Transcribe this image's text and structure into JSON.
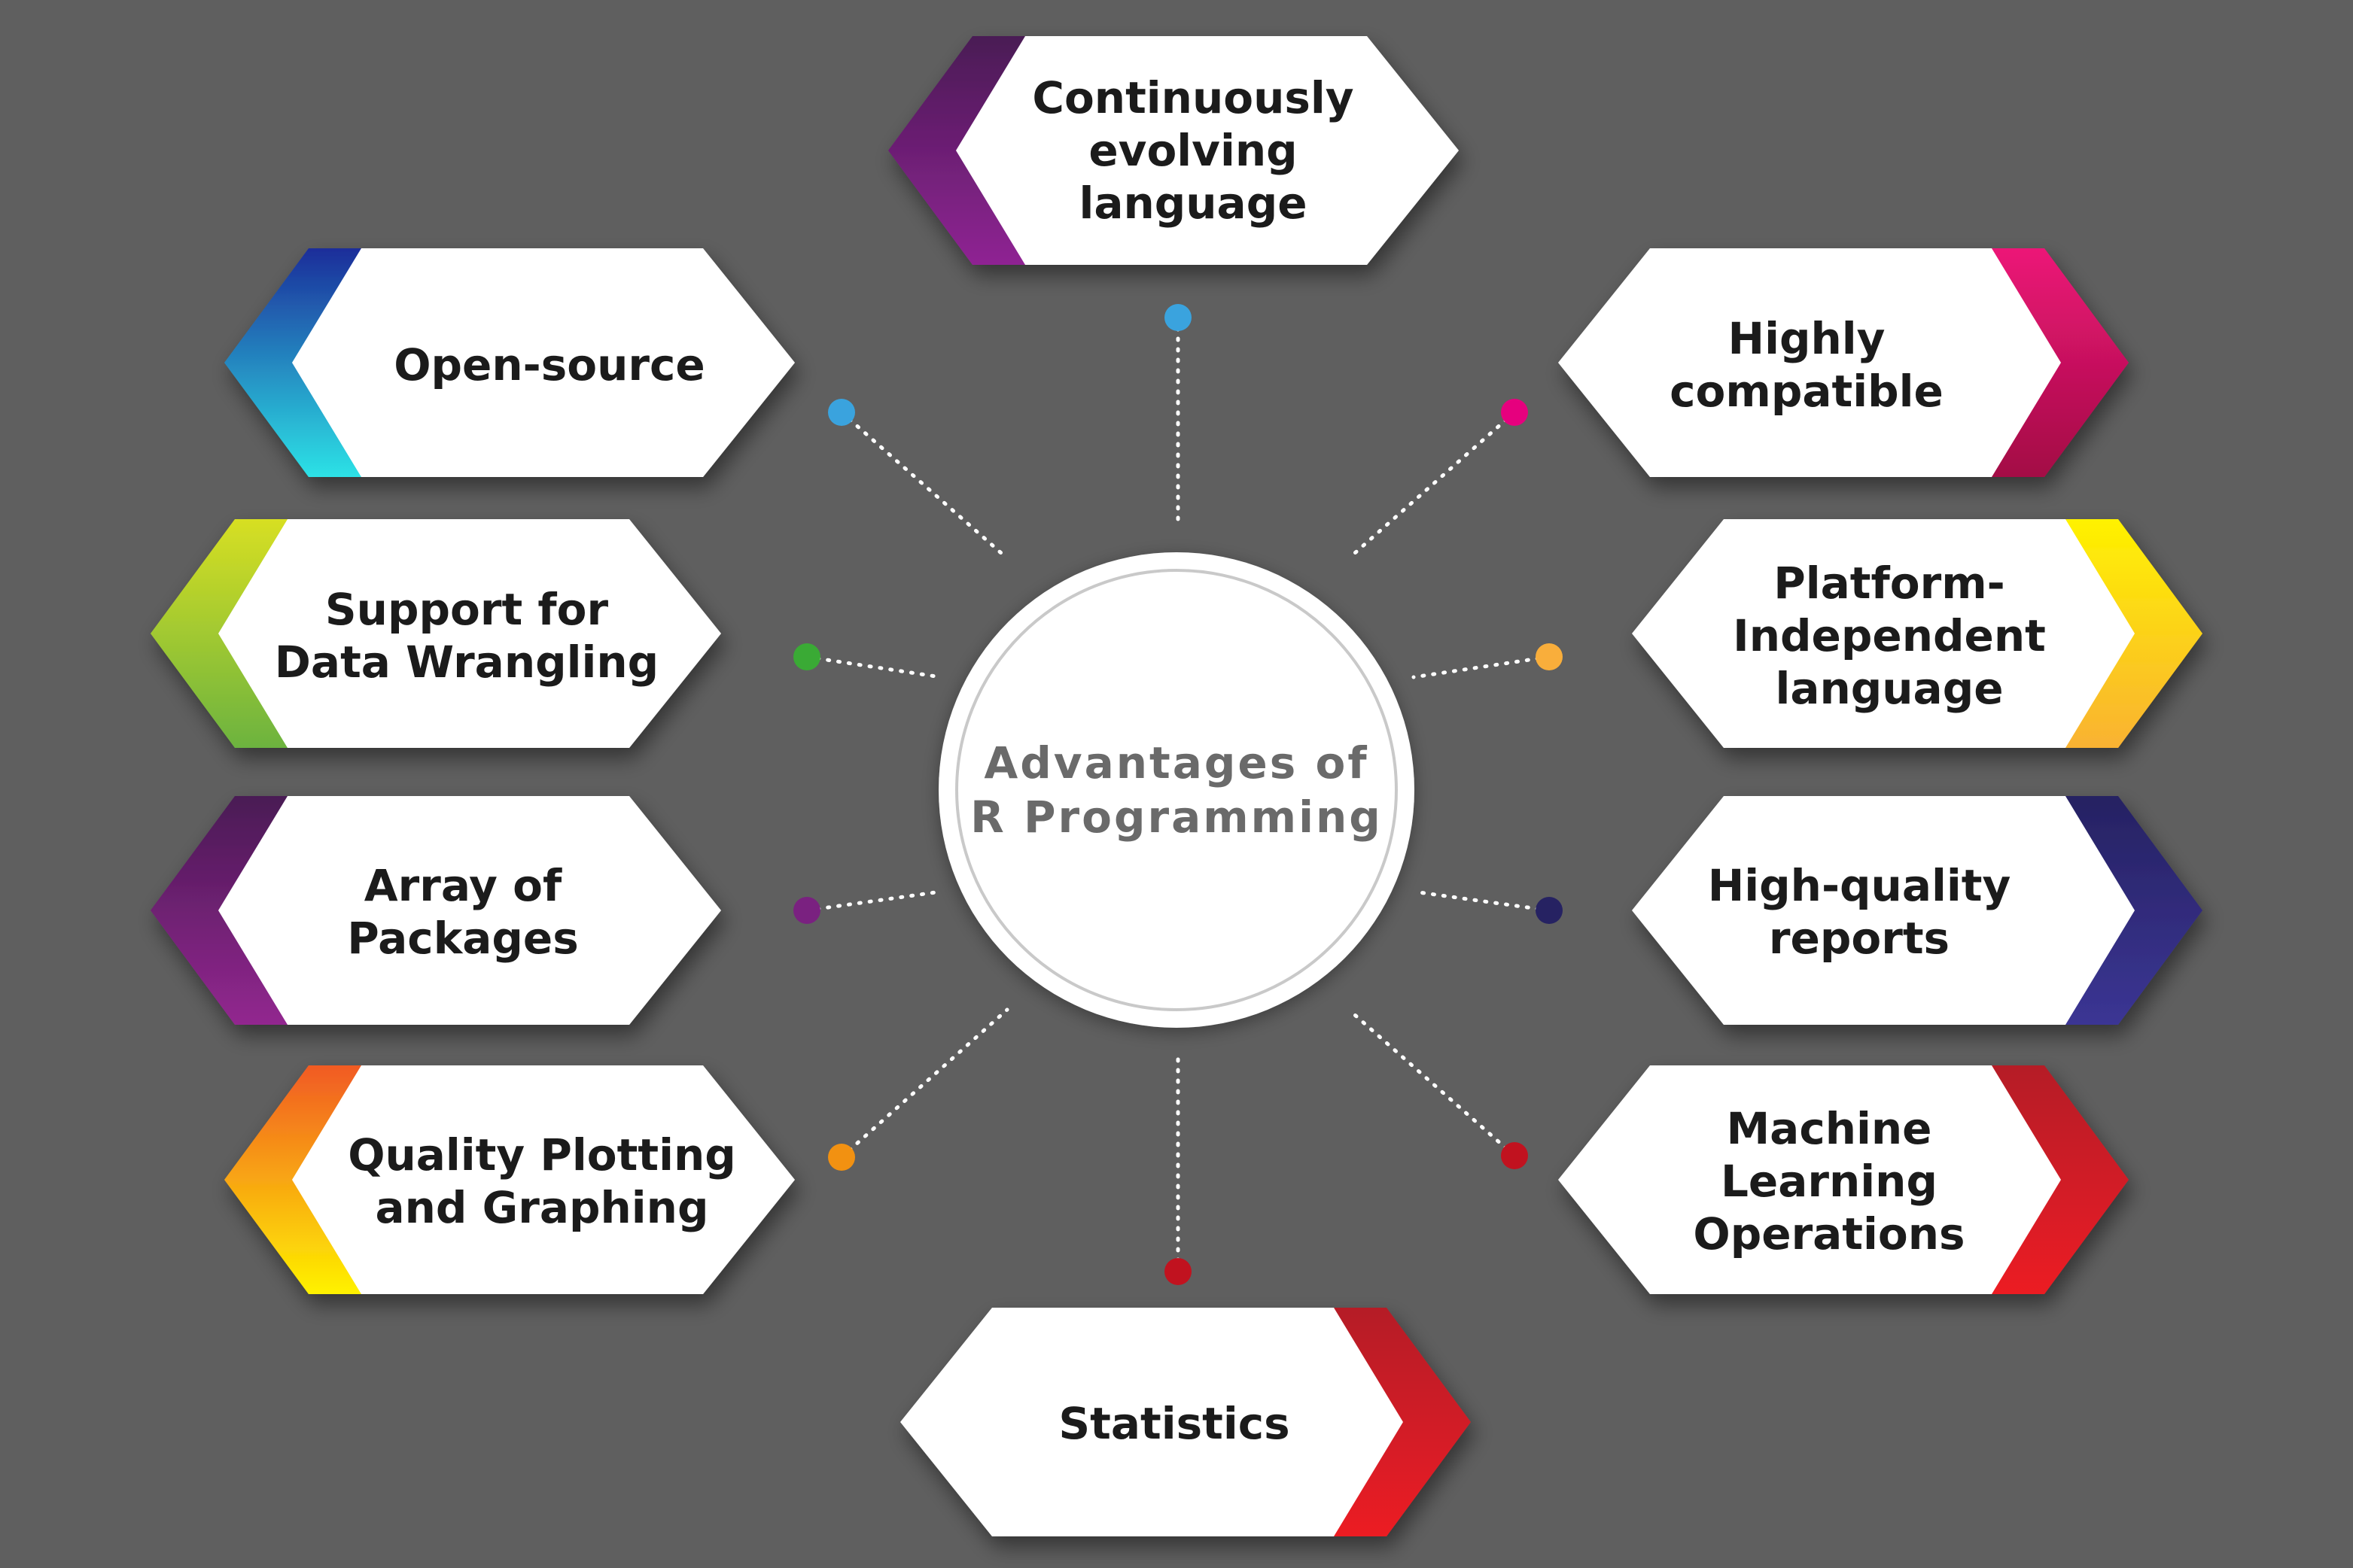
{
  "diagram": {
    "center_label": "Advantages of\nR Programming",
    "cards": [
      {
        "id": "continuously-evolving",
        "label": "Continuously\nevolving\nlanguage",
        "colors": [
          "#4a1a55",
          "#8f2493"
        ]
      },
      {
        "id": "highly-compatible",
        "label": "Highly\ncompatible",
        "colors": [
          "#ec1577",
          "#a30d45"
        ]
      },
      {
        "id": "platform-independent",
        "label": "Platform-\nIndependent\nlanguage",
        "colors": [
          "#fff200",
          "#f9b232"
        ]
      },
      {
        "id": "high-quality-reports",
        "label": "High-quality\nreports",
        "colors": [
          "#262262",
          "#3b3594"
        ]
      },
      {
        "id": "machine-learning",
        "label": "Machine\nLearning\nOperations",
        "colors": [
          "#b51b27",
          "#ec1c24"
        ]
      },
      {
        "id": "statistics",
        "label": "Statistics",
        "colors": [
          "#b51b27",
          "#ec1c24"
        ]
      },
      {
        "id": "quality-plotting",
        "label": "Quality Plotting\nand Graphing",
        "colors": [
          "#f15a24",
          "#fff200"
        ]
      },
      {
        "id": "array-of-packages",
        "label": "Array of\nPackages",
        "colors": [
          "#4a1a55",
          "#92278f"
        ]
      },
      {
        "id": "data-wrangling",
        "label": "Support for\nData Wrangling",
        "colors": [
          "#d7df23",
          "#6cb33f"
        ]
      },
      {
        "id": "open-source",
        "label": "Open-source",
        "colors": [
          "#1c2d9a",
          "#2de2e6"
        ]
      }
    ],
    "dot_colors": [
      "#3aa3de",
      "#e6007e",
      "#f9ae3b",
      "#262262",
      "#c1121f",
      "#c1121f",
      "#f29111",
      "#7a2180",
      "#3aaa35",
      "#3aa3de"
    ]
  }
}
